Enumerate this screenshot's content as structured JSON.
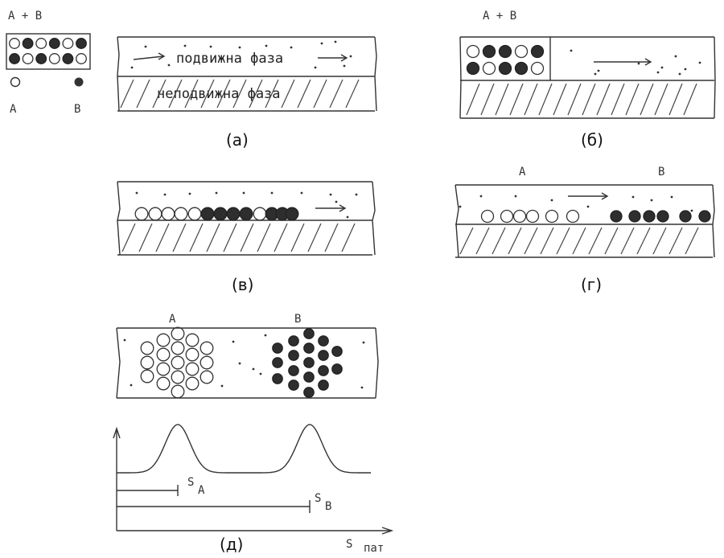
{
  "legend": {
    "top": "A + B",
    "a": "A",
    "b": "B"
  },
  "phases": {
    "mobile": "подвижна фаза",
    "stationary": "неподвижна фаза"
  },
  "panel_labels": {
    "a": "(а)",
    "b": "(б)",
    "v": "(в)",
    "g": "(г)",
    "d": "(д)"
  },
  "panel_b": {
    "top": "A + B"
  },
  "panel_g": {
    "a": "A",
    "b": "B"
  },
  "panel_d": {
    "a": "A",
    "b": "B",
    "s_a": "S",
    "s_a_sub": "A",
    "s_b": "S",
    "s_b_sub": "B",
    "axis_s": "S",
    "axis_unit": "пат"
  }
}
